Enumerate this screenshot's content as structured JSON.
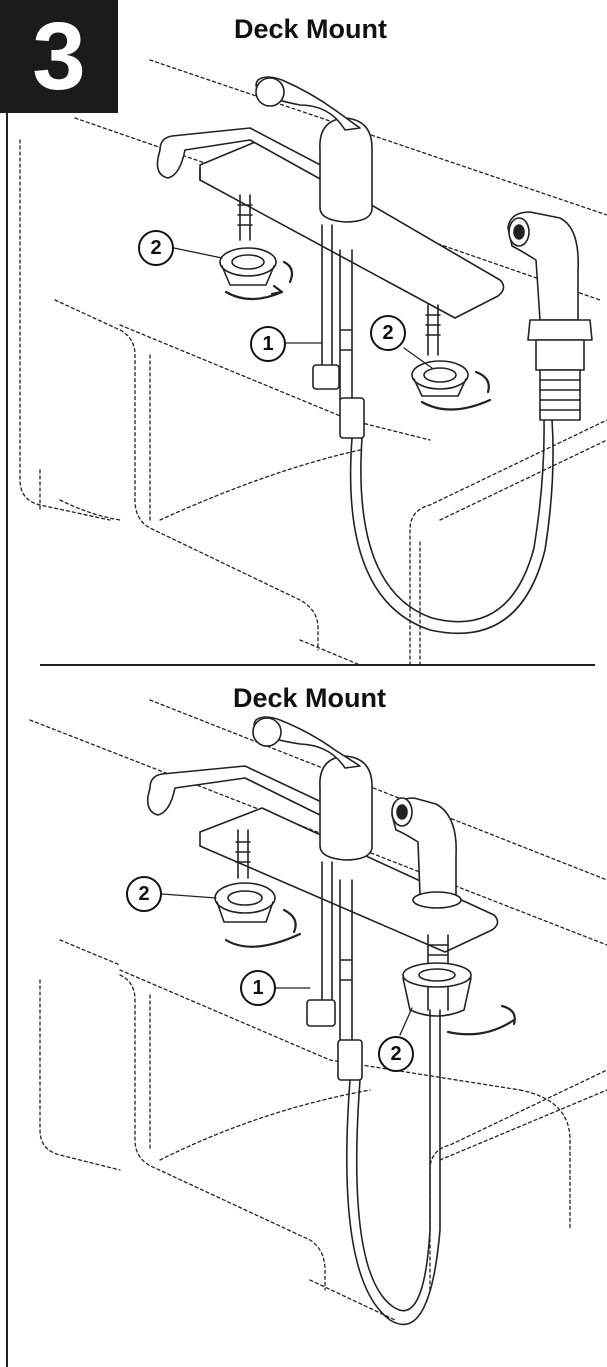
{
  "step": {
    "number": "3"
  },
  "panels": [
    {
      "title": "Deck Mount",
      "callouts": [
        "2",
        "1",
        "2"
      ]
    },
    {
      "title": "Deck Mount",
      "callouts": [
        "2",
        "1",
        "2"
      ]
    }
  ],
  "colors": {
    "ink": "#111111",
    "step_bg": "#1b1b1b",
    "paper": "#ffffff"
  }
}
